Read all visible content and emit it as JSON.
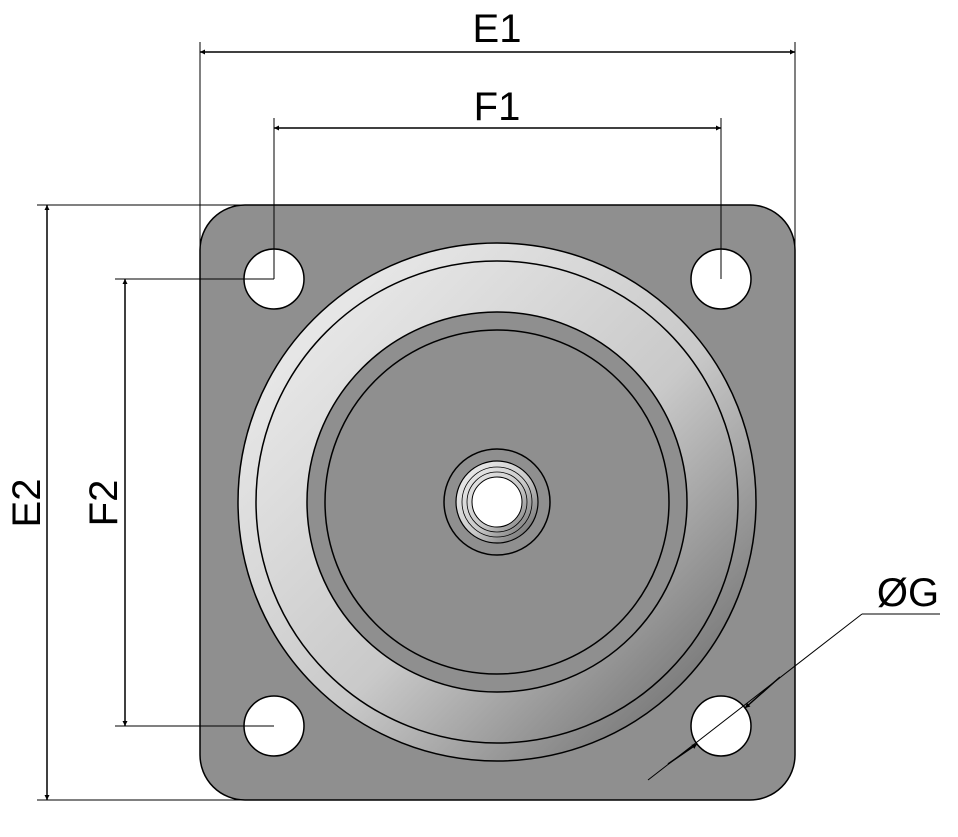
{
  "dimensions": {
    "e1": "E1",
    "f1": "F1",
    "e2": "E2",
    "f2": "F2",
    "g": "ØG"
  },
  "colors": {
    "plate": "#8f8f8f",
    "line": "#000000",
    "hole": "#ffffff"
  }
}
